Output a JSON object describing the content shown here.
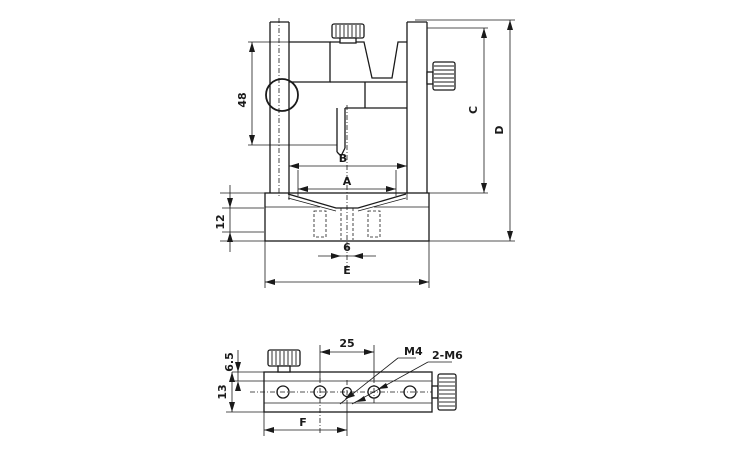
{
  "colors": {
    "line": "#1a1a1a",
    "background": "#ffffff"
  },
  "front_view": {
    "dim_48": "48",
    "dim_B": "B",
    "dim_A": "A",
    "dim_C": "C",
    "dim_D": "D",
    "dim_12": "12",
    "dim_6": "6",
    "dim_E": "E"
  },
  "top_view": {
    "dim_25": "25",
    "dim_6_5": "6.5",
    "dim_13": "13",
    "dim_F": "F",
    "callout_M4": "M4",
    "callout_2M6": "2-M6"
  }
}
